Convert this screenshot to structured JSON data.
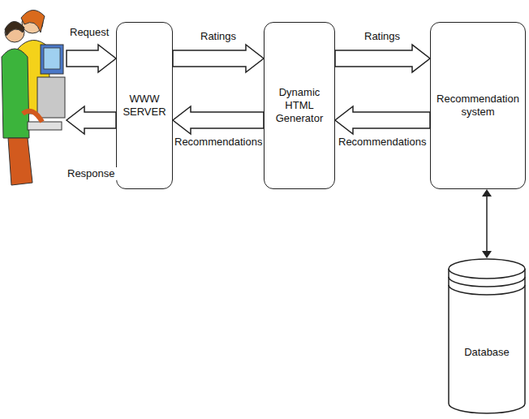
{
  "diagram": {
    "nodes": [
      {
        "text": [
          "WWW SERVER"
        ]
      },
      {
        "text": [
          "Dynamic HTML Generator"
        ]
      },
      {
        "text": [
          "Recommendation system"
        ]
      },
      {
        "text": [
          "Database"
        ]
      }
    ],
    "edges": [
      {
        "from": 0,
        "to": 1,
        "label": "Ratings",
        "arrow": "to"
      },
      {
        "from": 1,
        "to": 0,
        "label": "Recommendations",
        "arrow": "to"
      },
      {
        "from": 1,
        "to": 2,
        "label": "Ratings",
        "arrow": "to"
      },
      {
        "from": 2,
        "to": 1,
        "label": "Recommendations",
        "arrow": "to"
      },
      {
        "from": 2,
        "to": 3,
        "arrow": "both"
      }
    ],
    "labels": [
      "Request",
      "Response"
    ]
  }
}
